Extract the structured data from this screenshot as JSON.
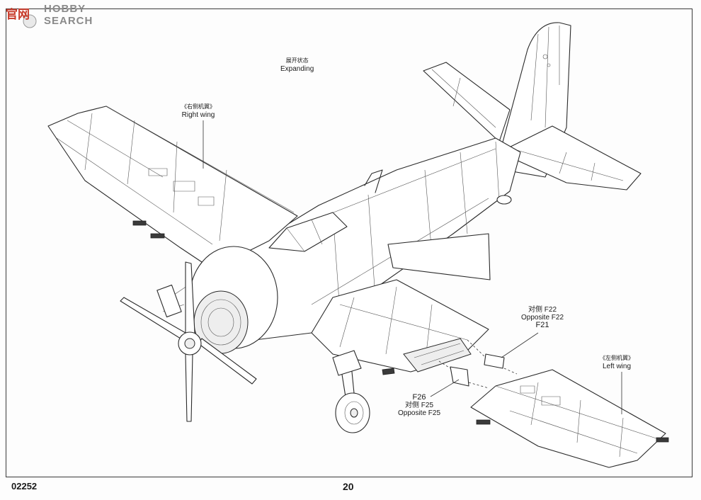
{
  "watermark": {
    "logo_text": "官网",
    "site_text": "HOBBY SEARCH"
  },
  "diagram": {
    "expanding": {
      "cn": "展开状态",
      "en": "Expanding"
    },
    "right_wing": {
      "cn": "《右侧机翼》",
      "en": "Right wing"
    },
    "left_wing": {
      "cn": "《左侧机翼》",
      "en": "Left wing"
    },
    "callout_f22": {
      "cn": "对侧   F22",
      "opposite": "Opposite F22",
      "part": "F21"
    },
    "callout_f26": {
      "part": "F26",
      "cn": "对侧   F25",
      "opposite": "Opposite F25"
    }
  },
  "footer": {
    "kit_number": "02252",
    "page_number": "20"
  }
}
